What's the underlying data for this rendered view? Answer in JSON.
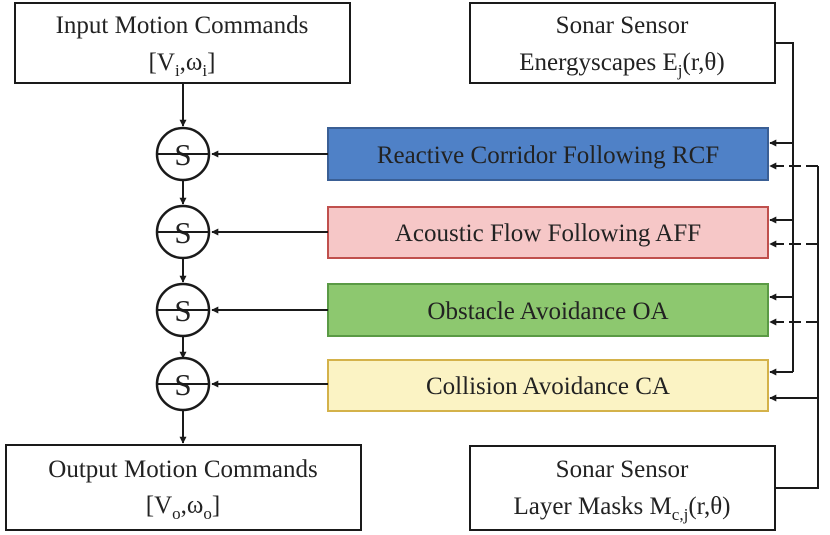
{
  "input_box": {
    "line1": "Input Motion Commands",
    "line2_open": "[V",
    "line2_sub1": "i",
    "line2_mid": ",ω",
    "line2_sub2": "i",
    "line2_close": "]"
  },
  "output_box": {
    "line1": "Output Motion Commands",
    "line2_open": "[V",
    "line2_sub1": "o",
    "line2_mid": ",ω",
    "line2_sub2": "o",
    "line2_close": "]"
  },
  "energy_box": {
    "line1": "Sonar Sensor",
    "line2_main": "Energyscapes E",
    "line2_sub": "j",
    "line2_tail": "(r,θ)"
  },
  "mask_box": {
    "line1": "Sonar Sensor",
    "line2_main": "Layer Masks M",
    "line2_sub": "c,j",
    "line2_tail": "(r,θ)"
  },
  "suppressor_label": "S",
  "behaviors": [
    {
      "label": "Reactive Corridor Following RCF",
      "fill": "#4f81c7",
      "stroke": "#3a5f95"
    },
    {
      "label": "Acoustic Flow Following AFF",
      "fill": "#f6c7c7",
      "stroke": "#c0504d"
    },
    {
      "label": "Obstacle Avoidance OA",
      "fill": "#8dc86f",
      "stroke": "#5a9a45"
    },
    {
      "label": "Collision Avoidance CA",
      "fill": "#fbf3c4",
      "stroke": "#d4b24a"
    }
  ],
  "colors": {
    "line": "#1a1a1a",
    "box_border": "#1a1a1a",
    "text": "#222222"
  }
}
